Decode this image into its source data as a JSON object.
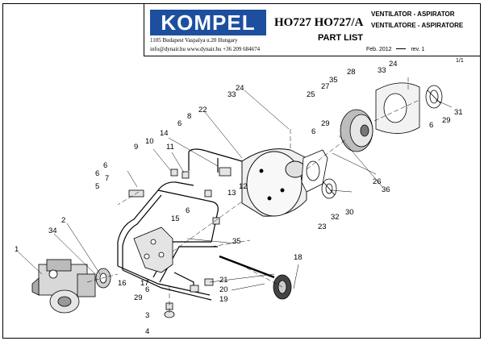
{
  "header": {
    "brand": "KOMPEL",
    "address_line1": "1105 Budapest Vaspalya u.20 Hungary",
    "address_line2": "info@dynair.hu  www.dynair.hu  +36 209 684674",
    "model": "HO727  HO727/A",
    "title": "PART LIST",
    "desc_hu": "VENTILATOR - ASPIRATOR",
    "desc_it": "VENTILATORE - ASPIRATORE",
    "date_label": "Feb. 2012",
    "rev_label": "rev. 1",
    "sheet": "1/1"
  },
  "colors": {
    "brand": "#1d4f9e",
    "line": "#000000",
    "part_fill": "#ffffff",
    "shade": "#cfcfcf"
  },
  "callouts": [
    "1",
    "2",
    "34",
    "5",
    "6",
    "7",
    "6",
    "9",
    "10",
    "11",
    "6",
    "14",
    "8",
    "22",
    "33",
    "24",
    "15",
    "6",
    "13",
    "12",
    "35",
    "17",
    "16",
    "29",
    "6",
    "3",
    "4",
    "21",
    "20",
    "19",
    "18",
    "23",
    "32",
    "30",
    "36",
    "26",
    "6",
    "29",
    "25",
    "27",
    "35",
    "28",
    "33",
    "24",
    "31",
    "29",
    "6"
  ]
}
